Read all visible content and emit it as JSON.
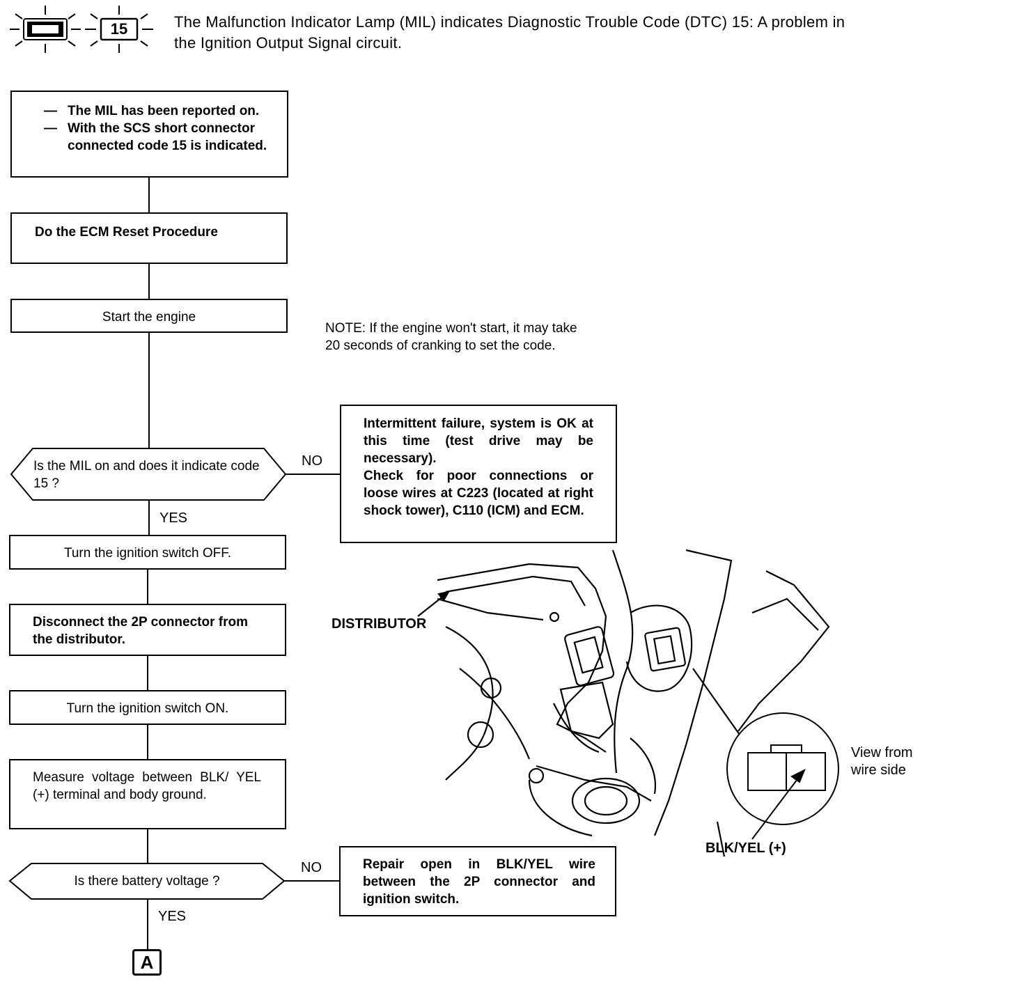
{
  "header": {
    "code_badge": "15",
    "line1": "The Malfunction Indicator Lamp (MIL) indicates Diagnostic Trouble Code (DTC) 15: A problem in",
    "line2": "the Ignition Output Signal circuit."
  },
  "steps": {
    "symptom": {
      "line1": "The MIL has been reported on.",
      "line2": "With the SCS short connector connected code 15 is indicated."
    },
    "ecm_reset": "Do the ECM Reset Procedure",
    "start_engine": "Start the engine",
    "note": "NOTE: If the engine won't start, it may take 20 seconds of cranking to set the code.",
    "decision1": "Is the MIL on and does it indicate code 15 ?",
    "intermittent": {
      "line1": "Intermittent failure, system is OK at this time (test drive may be necessary).",
      "line2": "Check for poor connections or loose wires at C223 (located at right shock tower), C110 (ICM) and ECM."
    },
    "ign_off": "Turn the ignition switch OFF.",
    "disconnect": "Disconnect the 2P connector from the distributor.",
    "ign_on": "Turn the ignition switch ON.",
    "measure": "Measure voltage between BLK/ YEL (+) terminal and body ground.",
    "decision2": "Is there battery voltage ?",
    "repair": "Repair open in BLK/YEL wire between the 2P connector and ignition switch.",
    "connector_A": "A"
  },
  "branch_labels": {
    "no1": "NO",
    "yes1": "YES",
    "no2": "NO",
    "yes2": "YES"
  },
  "illustration": {
    "distributor_label": "DISTRIBUTOR",
    "view_label": "View from wire side",
    "terminal_label": "BLK/YEL (+)"
  }
}
